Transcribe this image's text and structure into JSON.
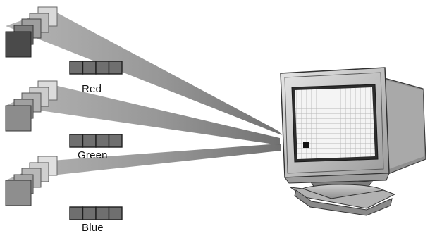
{
  "channels": [
    {
      "key": "red",
      "label": "Red"
    },
    {
      "key": "green",
      "label": "Green"
    },
    {
      "key": "blue",
      "label": "Blue"
    }
  ],
  "colors": {
    "beam": "#8a8a8a",
    "cell_fill": "#6f6f6f",
    "cell_stroke": "#1e1e1e",
    "monitor_body": "#d4d4d4",
    "screen_grid": "#f2f2f2"
  }
}
